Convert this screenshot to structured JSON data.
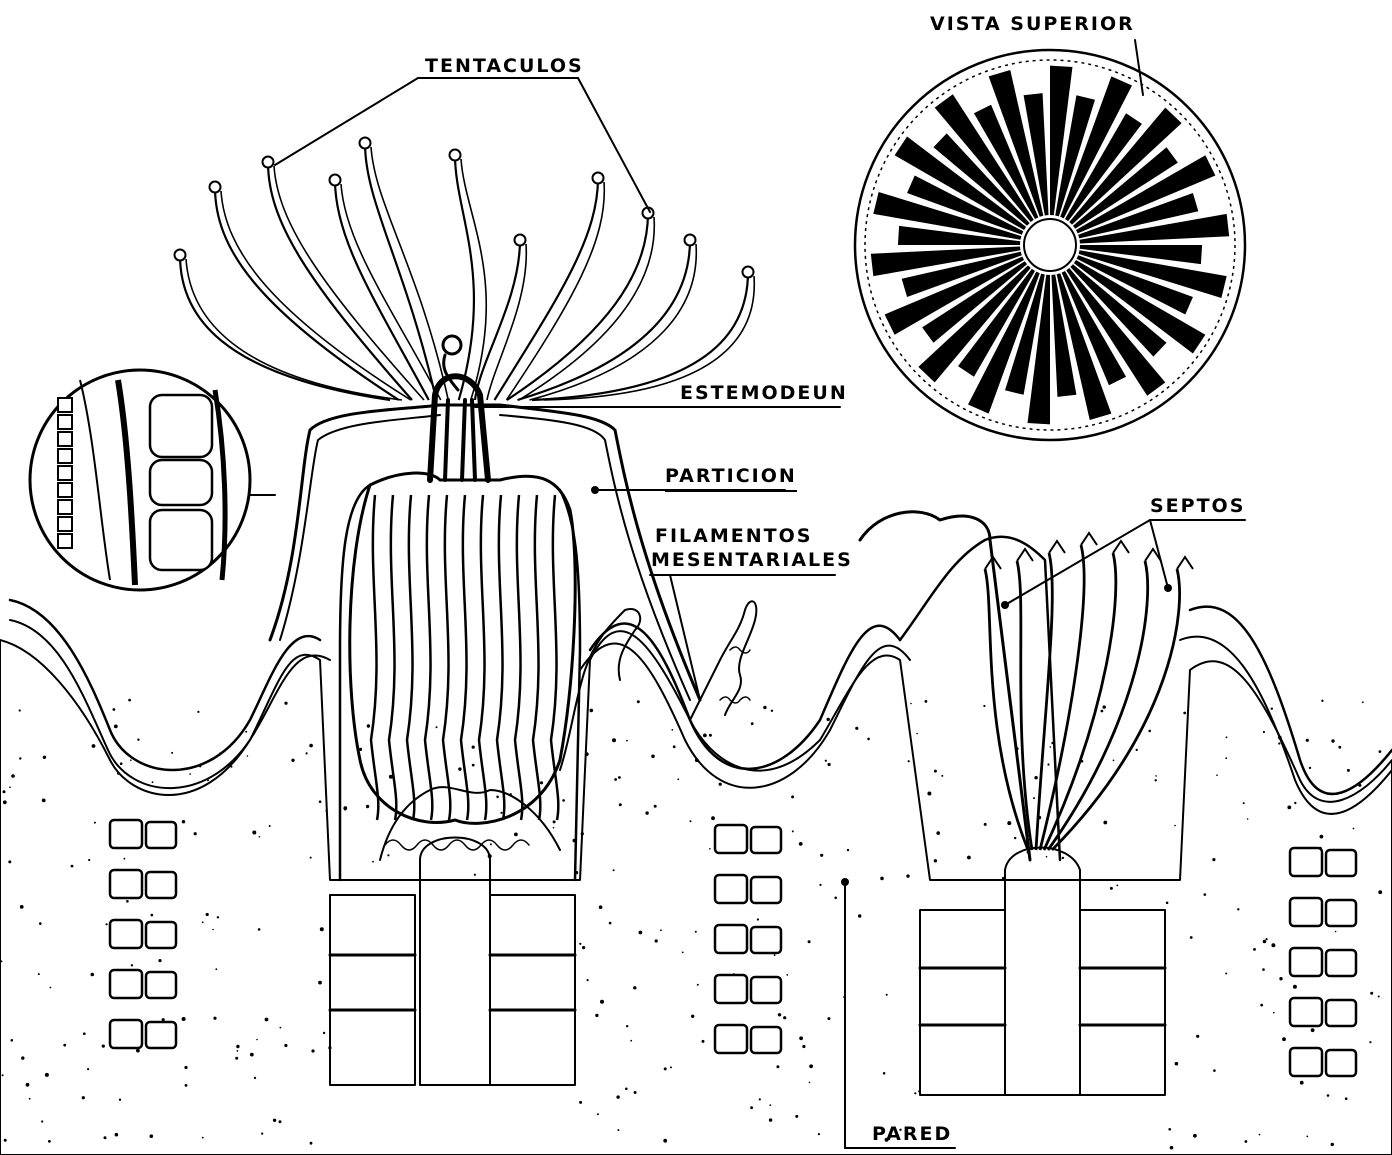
{
  "labels": {
    "tentaculos": "TENTACULOS",
    "vista_superior": "VISTA SUPERIOR",
    "estemodeun": "ESTEMODEUN",
    "particion": "PARTICION",
    "filamentos_line1": "FILAMENTOS",
    "filamentos_line2": "MESENTARIALES",
    "septos": "SEPTOS",
    "pared": "PARED"
  },
  "colors": {
    "ink": "#000000",
    "paper": "#ffffff"
  }
}
